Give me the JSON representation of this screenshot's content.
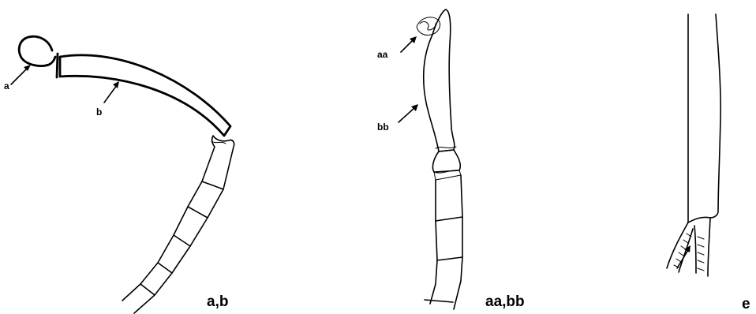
{
  "panels": [
    {
      "id": "ab",
      "caption": "a,b",
      "labels": {
        "a": "a",
        "b": "b"
      }
    },
    {
      "id": "aabb",
      "caption": "aa,bb",
      "labels": {
        "aa": "aa",
        "bb": "bb"
      }
    },
    {
      "id": "e",
      "caption": "e"
    }
  ]
}
